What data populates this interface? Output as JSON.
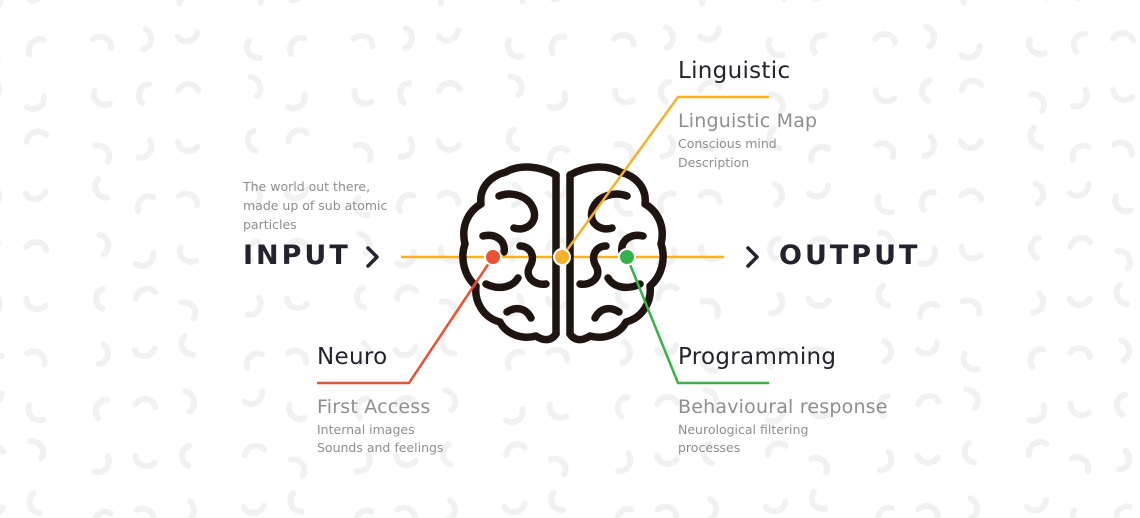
{
  "colors": {
    "dark": "#23222e",
    "gray": "#8e8e8e",
    "yellow": "#f3b22e",
    "red": "#ea5234",
    "green": "#36b24a",
    "pattern": "#f1f1f1"
  },
  "icons": {
    "brain": "brain-icon",
    "chevron": "chevron-right-icon"
  },
  "input": {
    "label": "INPUT",
    "desc": [
      "The world out there,",
      "made up of sub atomic",
      "particles"
    ]
  },
  "output": {
    "label": "OUTPUT"
  },
  "linguistic": {
    "title": "Linguistic",
    "subtitle": "Linguistic Map",
    "lines": [
      "Conscious mind",
      "Description"
    ]
  },
  "neuro": {
    "title": "Neuro",
    "subtitle": "First Access",
    "lines": [
      "Internal images",
      "Sounds and feelings"
    ]
  },
  "programming": {
    "title": "Programming",
    "subtitle": "Behavioural response",
    "lines": [
      "Neurological filtering",
      "processes"
    ]
  }
}
